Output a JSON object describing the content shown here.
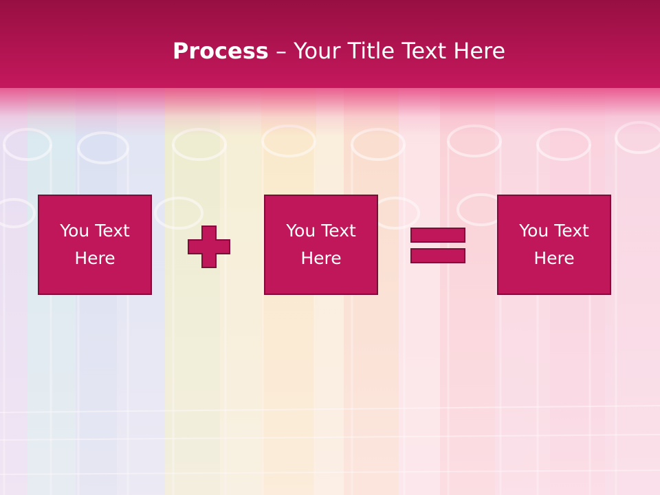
{
  "slide": {
    "title_bold": "Process",
    "title_separator": " – ",
    "title_rest": "Your Title Text Here",
    "boxes": [
      {
        "text": "You Text Here"
      },
      {
        "text": "You Text Here"
      },
      {
        "text": "You Text Here"
      }
    ],
    "operators": [
      "plus-icon",
      "equals-icon"
    ]
  },
  "colors": {
    "header": "#c5185d",
    "box_fill": "#c0175a",
    "box_border": "#7d0c38",
    "text": "#ffffff"
  }
}
